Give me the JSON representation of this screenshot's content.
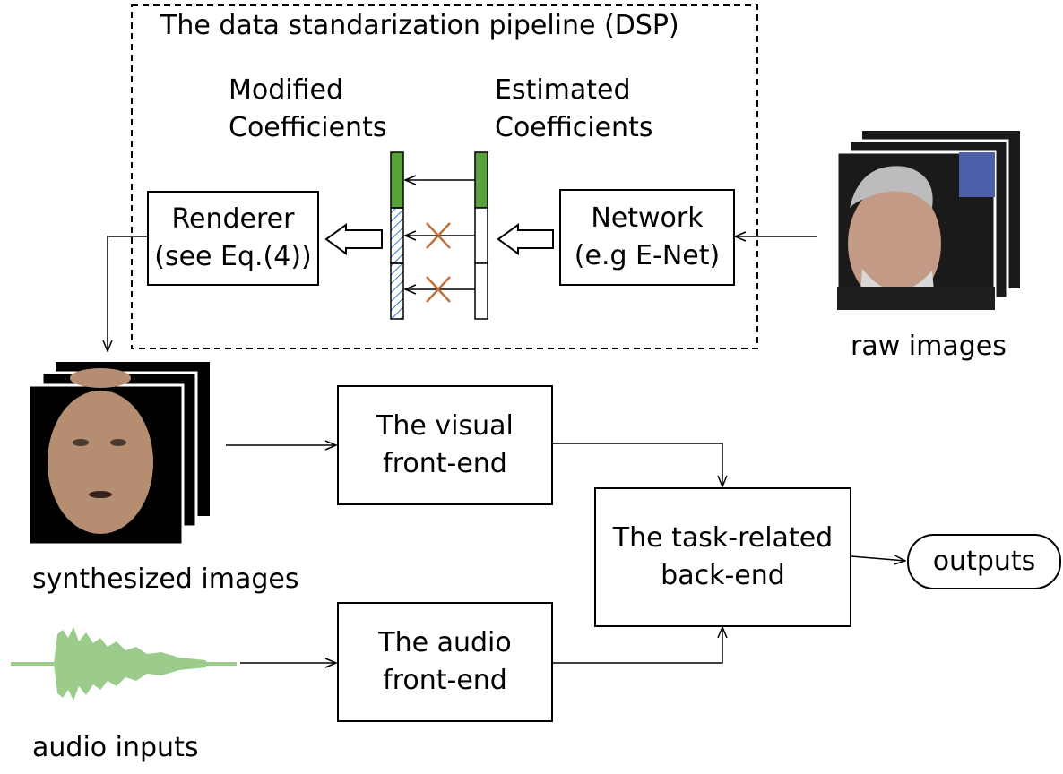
{
  "dsp": {
    "title": "The data standarization pipeline (DSP)",
    "modified": {
      "line1": "Modified",
      "line2": "Coefficients"
    },
    "estimated": {
      "line1": "Estimated",
      "line2": "Coefficients"
    },
    "renderer": {
      "line1": "Renderer",
      "line2": "(see Eq.(4))"
    },
    "network": {
      "line1": "Network",
      "line2": "(e.g E-Net)"
    }
  },
  "inputs": {
    "raw_images": "raw images",
    "synthesized_images": "synthesized images",
    "audio_inputs": "audio inputs"
  },
  "blocks": {
    "visual": {
      "line1": "The visual",
      "line2": "front-end"
    },
    "audio": {
      "line1": "The audio",
      "line2": "front-end"
    },
    "backend": {
      "line1": "The task-related",
      "line2": "back-end"
    },
    "outputs": "outputs"
  },
  "colors": {
    "coef_green": "#59a13d",
    "hatch_blue": "#3a77c9",
    "cross": "#c0703a",
    "waveform": "#9ccc8c",
    "face_skin": "#b58e72",
    "photo_bg": "#1a1a1a"
  }
}
